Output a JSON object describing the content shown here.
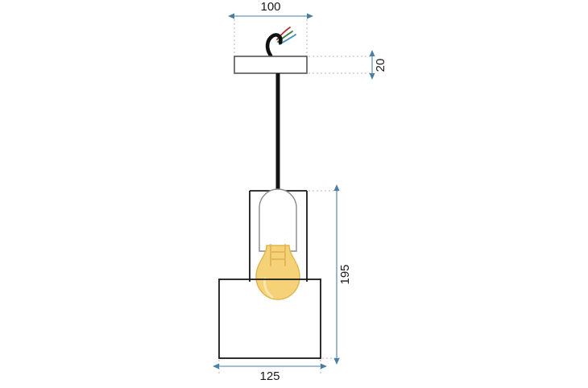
{
  "drawing": {
    "type": "technical-dimension-drawing",
    "subject": "pendant-lamp",
    "background_color": "#ffffff",
    "units": "mm",
    "dimensions": {
      "canopy_width": "100",
      "canopy_height": "20",
      "fixture_height": "195",
      "shade_width": "125"
    },
    "colors": {
      "outline": "#1a1a1a",
      "dimension_line": "#4a7fa5",
      "extension_line": "#b0b0b0",
      "bulb_fill": "#f5d278",
      "bulb_stroke": "#e0b44a",
      "filament": "#e3b75a",
      "cord": "#141414",
      "canopy_fill": "#ffffff",
      "canopy_stroke": "#555555",
      "holder_fill": "#ffffff",
      "shade_fill": "#ffffff",
      "wire_black": "#111111",
      "wire_red": "#b03030",
      "wire_green": "#3a7a3a",
      "wire_blue": "#3f8fc0"
    },
    "labels": {
      "width_top": "100",
      "height_canopy": "20",
      "height_total": "195",
      "width_shade": "125"
    },
    "parts": {
      "canopy": "ceiling-canopy",
      "cord": "suspension-cord",
      "wire": "exposed-wire-leads",
      "holder": "lamp-holder",
      "bulb": "light-bulb",
      "shade": "lamp-shade"
    }
  }
}
